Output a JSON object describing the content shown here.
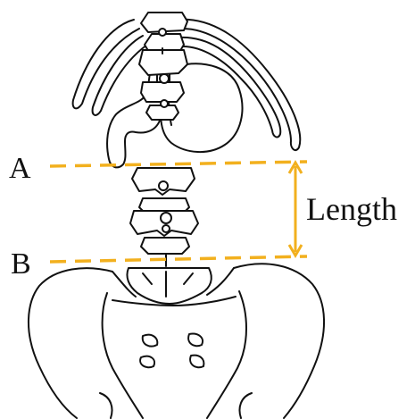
{
  "labels": {
    "level_a": "A",
    "level_b": "B",
    "measure": "Length"
  },
  "colors": {
    "guide": "#F2B01E",
    "ink": "#111111",
    "background": "#FFFFFF"
  }
}
